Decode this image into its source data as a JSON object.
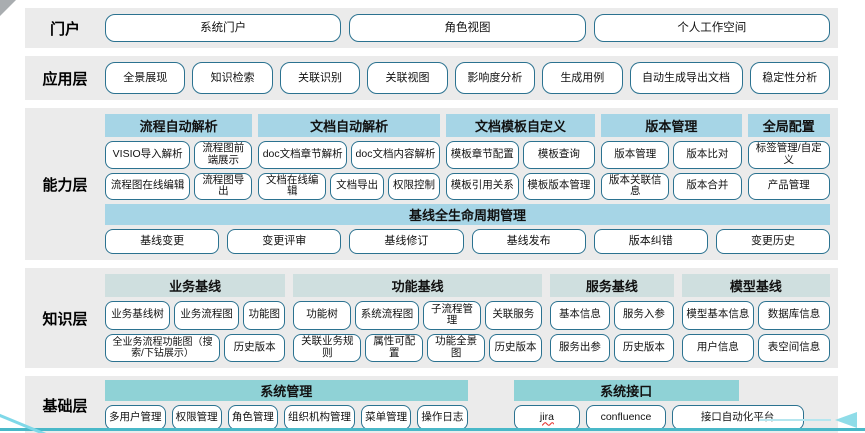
{
  "portal": {
    "label": "门户",
    "items": [
      "系统门户",
      "角色视图",
      "个人工作空间"
    ]
  },
  "app": {
    "label": "应用层",
    "items": [
      "全景展现",
      "知识检索",
      "关联识别",
      "关联视图",
      "影响度分析",
      "生成用例",
      "自动生成导出文档",
      "稳定性分析"
    ]
  },
  "capability": {
    "label": "能力层",
    "groups": [
      {
        "title": "流程自动解析",
        "rows": [
          [
            "VISIO导入解析",
            "流程图前端展示"
          ],
          [
            "流程图在线编辑",
            "流程图导出"
          ]
        ]
      },
      {
        "title": "文档自动解析",
        "rows": [
          [
            "doc文档章节解析",
            "doc文档内容解析"
          ],
          [
            "文档在线编辑",
            "文档导出",
            "权限控制"
          ]
        ]
      },
      {
        "title": "文档模板自定义",
        "rows": [
          [
            "模板章节配置",
            "模板查询"
          ],
          [
            "模板引用关系",
            "模板版本管理"
          ]
        ]
      },
      {
        "title": "版本管理",
        "rows": [
          [
            "版本管理",
            "版本比对"
          ],
          [
            "版本关联信息",
            "版本合并"
          ]
        ]
      },
      {
        "title": "全局配置",
        "rows": [
          [
            "标签管理/自定义"
          ],
          [
            "产品管理"
          ]
        ]
      }
    ],
    "band": {
      "title": "基线全生命周期管理",
      "items": [
        "基线变更",
        "变更评审",
        "基线修订",
        "基线发布",
        "版本纠错",
        "变更历史"
      ]
    }
  },
  "knowledge": {
    "label": "知识层",
    "groups": [
      {
        "title": "业务基线",
        "rows": [
          [
            "业务基线树",
            "业务流程图",
            "功能图"
          ],
          [
            "全业务流程功能图（搜索/下钻展示）",
            "历史版本"
          ]
        ]
      },
      {
        "title": "功能基线",
        "rows": [
          [
            "功能树",
            "系统流程图",
            "子流程管理",
            "关联服务"
          ],
          [
            "关联业务规则",
            "属性可配置",
            "功能全景图",
            "历史版本"
          ]
        ]
      },
      {
        "title": "服务基线",
        "rows": [
          [
            "基本信息",
            "服务入参"
          ],
          [
            "服务出参",
            "历史版本"
          ]
        ]
      },
      {
        "title": "模型基线",
        "rows": [
          [
            "模型基本信息",
            "数据库信息"
          ],
          [
            "用户信息",
            "表空间信息"
          ]
        ]
      }
    ]
  },
  "foundation": {
    "label": "基础层",
    "groups": [
      {
        "title": "系统管理",
        "items": [
          "多用户管理",
          "权限管理",
          "角色管理",
          "组织机构管理",
          "菜单管理",
          "操作日志"
        ]
      },
      {
        "title": "系统接口",
        "items": [
          "jira",
          "confluence",
          "接口自动化平台"
        ]
      }
    ]
  },
  "colors": {
    "layer_background": "#ebebeb",
    "box_border": "#2b7290",
    "capability_header": "#a6d5e6",
    "knowledge_header": "#cfdfdf",
    "foundation_header": "#8fd2d6",
    "decoration_teal": "#49b8c8",
    "arrow_cyan": "#8fdce8"
  }
}
